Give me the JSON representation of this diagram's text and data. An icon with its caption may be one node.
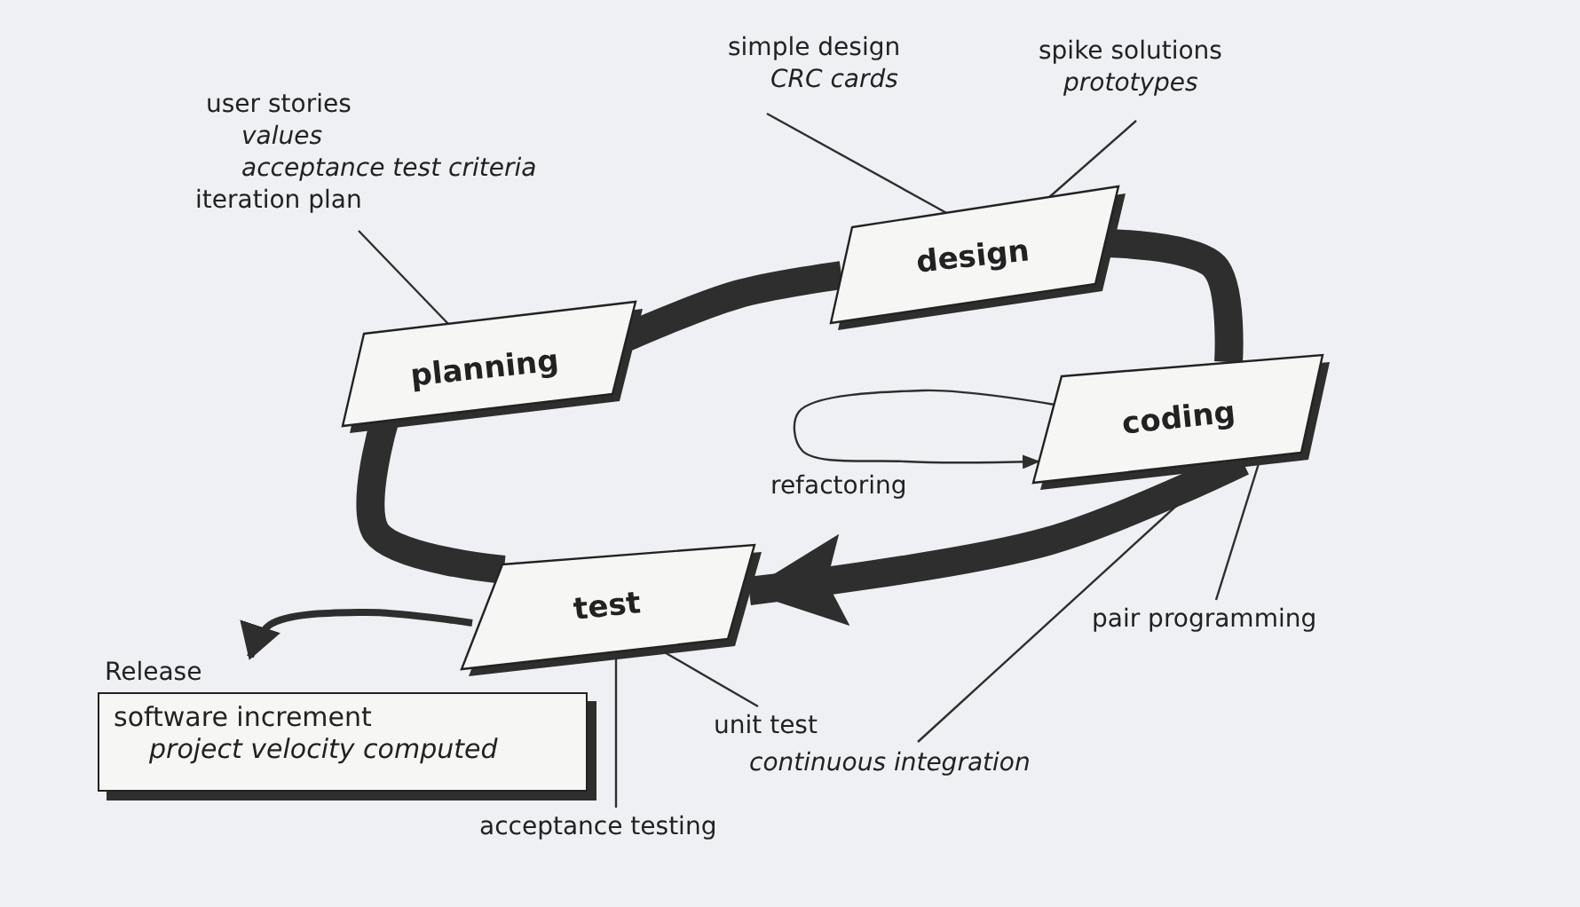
{
  "diagram": {
    "nodes": [
      {
        "text": [
          "planning"
        ]
      },
      {
        "text": [
          "design"
        ]
      },
      {
        "text": [
          "coding"
        ]
      },
      {
        "text": [
          "test"
        ]
      },
      {
        "text": [
          "Release",
          "software increment",
          "project velocity computed"
        ]
      },
      {
        "text": [
          "user stories",
          "values",
          "acceptance test criteria",
          "iteration plan"
        ]
      },
      {
        "text": [
          "simple design",
          "CRC cards"
        ]
      },
      {
        "text": [
          "spike solutions",
          "prototypes"
        ]
      },
      {
        "text": [
          "pair programming"
        ]
      },
      {
        "text": [
          "unit test"
        ]
      },
      {
        "text": [
          "continuous integration"
        ]
      },
      {
        "text": [
          "acceptance testing"
        ]
      }
    ],
    "edges": [
      {
        "from": 0,
        "to": 1,
        "arrow": "none",
        "style": "thick"
      },
      {
        "from": 1,
        "to": 2,
        "arrow": "none",
        "style": "thick"
      },
      {
        "from": 2,
        "to": 3,
        "arrow": "to",
        "style": "thick"
      },
      {
        "from": 3,
        "to": 0,
        "arrow": "none",
        "style": "thick"
      },
      {
        "from": 3,
        "to": 4,
        "arrow": "to",
        "style": "thick"
      },
      {
        "from": 5,
        "to": 0,
        "arrow": "none"
      },
      {
        "from": 6,
        "to": 1,
        "arrow": "none"
      },
      {
        "from": 7,
        "to": 1,
        "arrow": "none"
      },
      {
        "from": 2,
        "to": 2,
        "arrow": "to",
        "label": "refactoring"
      },
      {
        "from": 8,
        "to": 2,
        "arrow": "none"
      },
      {
        "from": 9,
        "to": 3,
        "arrow": "none"
      },
      {
        "from": 10,
        "to": 2,
        "arrow": "none"
      },
      {
        "from": 11,
        "to": 3,
        "arrow": "none"
      }
    ]
  }
}
